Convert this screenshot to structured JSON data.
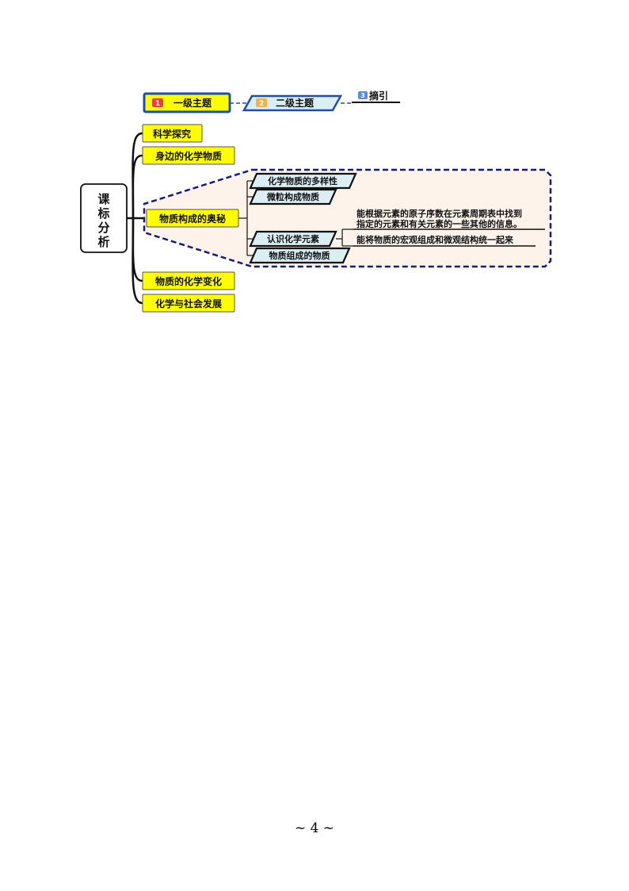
{
  "legend": {
    "level1": {
      "num": "1",
      "label": "一级主题"
    },
    "level2": {
      "num": "2",
      "label": "二级主题"
    },
    "level3": {
      "num": "3",
      "label": "摘引"
    }
  },
  "root": {
    "chars": [
      "课",
      "标",
      "分",
      "析"
    ]
  },
  "topics": [
    {
      "label": "科学探究"
    },
    {
      "label": "身边的化学物质"
    },
    {
      "label": "物质构成的奥秘"
    },
    {
      "label": "物质的化学变化"
    },
    {
      "label": "化学与社会发展"
    }
  ],
  "subtopics": [
    {
      "label": "化学物质的多样性"
    },
    {
      "label": "微粒构成物质"
    },
    {
      "label": "认识化学元素"
    },
    {
      "label": "物质组成的物质"
    }
  ],
  "excerpts": [
    {
      "lines": [
        "能根据元素的原子序数在元素周期表中找到",
        "指定的元素和有关元素的一些其他的信息。"
      ]
    },
    {
      "lines": [
        "能将物质的宏观组成和微观结构统一起来"
      ]
    }
  ],
  "page_number": "~ 4 ~",
  "colors": {
    "level1_fill": "#ffff00",
    "level1_legend_border": "#1f4fa8",
    "level2_fill": "#daeef3",
    "num1": "#e8413c",
    "num2": "#f5b142",
    "num3": "#5a8fd8",
    "dash_border": "#1a1a7a",
    "dash_fill": "#fdf3ea"
  }
}
